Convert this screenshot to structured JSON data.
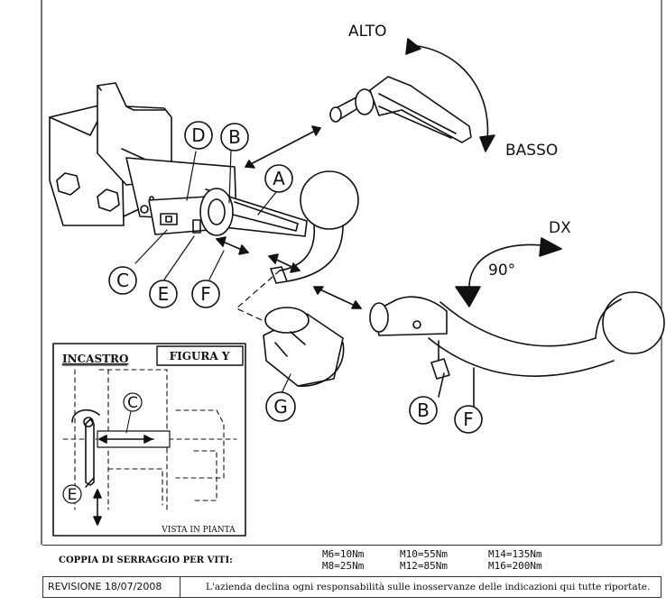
{
  "labels": {
    "alto": "ALTO",
    "basso": "BASSO",
    "dx": "DX",
    "degrees": "90°",
    "callouts": [
      "D",
      "B",
      "A",
      "C",
      "E",
      "F",
      "G",
      "B",
      "F"
    ]
  },
  "inset": {
    "title": "FIGURA Y",
    "incastro": "INCASTRO",
    "callout_c": "C",
    "callout_e": "E",
    "caption": "VISTA IN PIANTA"
  },
  "torque": {
    "title": "COPPIA DI SERRAGGIO PER VITI:",
    "values": [
      "M6=10Nm",
      "M10=55Nm",
      "M14=135Nm",
      "M8=25Nm",
      "M12=85Nm",
      "M16=200Nm"
    ]
  },
  "revision": {
    "label": "REVISIONE  18/07/2008",
    "disclaimer": "L'azienda declina ogni responsabilità sulle inosservanze delle indicazioni qui tutte riportate."
  }
}
